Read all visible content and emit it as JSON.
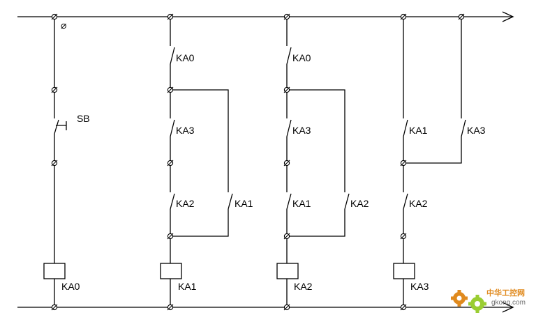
{
  "diagram": {
    "top_mark": "⌀",
    "start_button_label": "SB",
    "rung1": {
      "coil": "KA0"
    },
    "rung2": {
      "contact1": "KA0",
      "contact2": "KA3",
      "contact3": "KA2",
      "parallel_contact": "KA1",
      "coil": "KA1"
    },
    "rung3": {
      "contact1": "KA0",
      "contact2": "KA3",
      "contact3": "KA1",
      "parallel_contact": "KA2",
      "coil": "KA2"
    },
    "rung4": {
      "contact1": "KA1",
      "parallel_contact": "KA3",
      "contact2": "KA2",
      "coil": "KA3"
    }
  },
  "watermark": {
    "brand": "中华工控网",
    "domain": "gkong.com",
    "colors": {
      "orange": "#e08a1e",
      "green": "#9acd32",
      "gray": "#6d6d6d"
    }
  }
}
